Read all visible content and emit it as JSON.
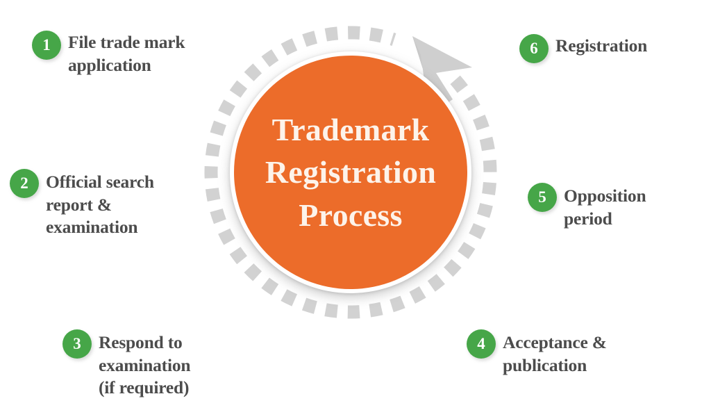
{
  "diagram": {
    "title_lines": [
      "Trademark",
      "Registration",
      "Process"
    ],
    "center_label": "Trademark Registration Process",
    "colors": {
      "core": "#ec6c2a",
      "core_text": "#fdf3ea",
      "badge": "#46a648",
      "badge_text": "#ffffff",
      "step_text": "#4c4c4c",
      "ring_dash": "#d2d2d2",
      "arrow": "#cfcfcf",
      "background": "#ffffff"
    },
    "arrow": {
      "name": "cycle-arrowhead",
      "direction": "counter-clockwise-top"
    },
    "ring": {
      "style": "dashed",
      "dash_count": 40
    },
    "steps": [
      {
        "number": "1",
        "label": "File trade mark\napplication"
      },
      {
        "number": "2",
        "label": "Official search\nreport &\nexamination"
      },
      {
        "number": "3",
        "label": "Respond to\nexamination\n(if required)"
      },
      {
        "number": "4",
        "label": "Acceptance &\npublication"
      },
      {
        "number": "5",
        "label": "Opposition\nperiod"
      },
      {
        "number": "6",
        "label": "Registration"
      }
    ]
  }
}
